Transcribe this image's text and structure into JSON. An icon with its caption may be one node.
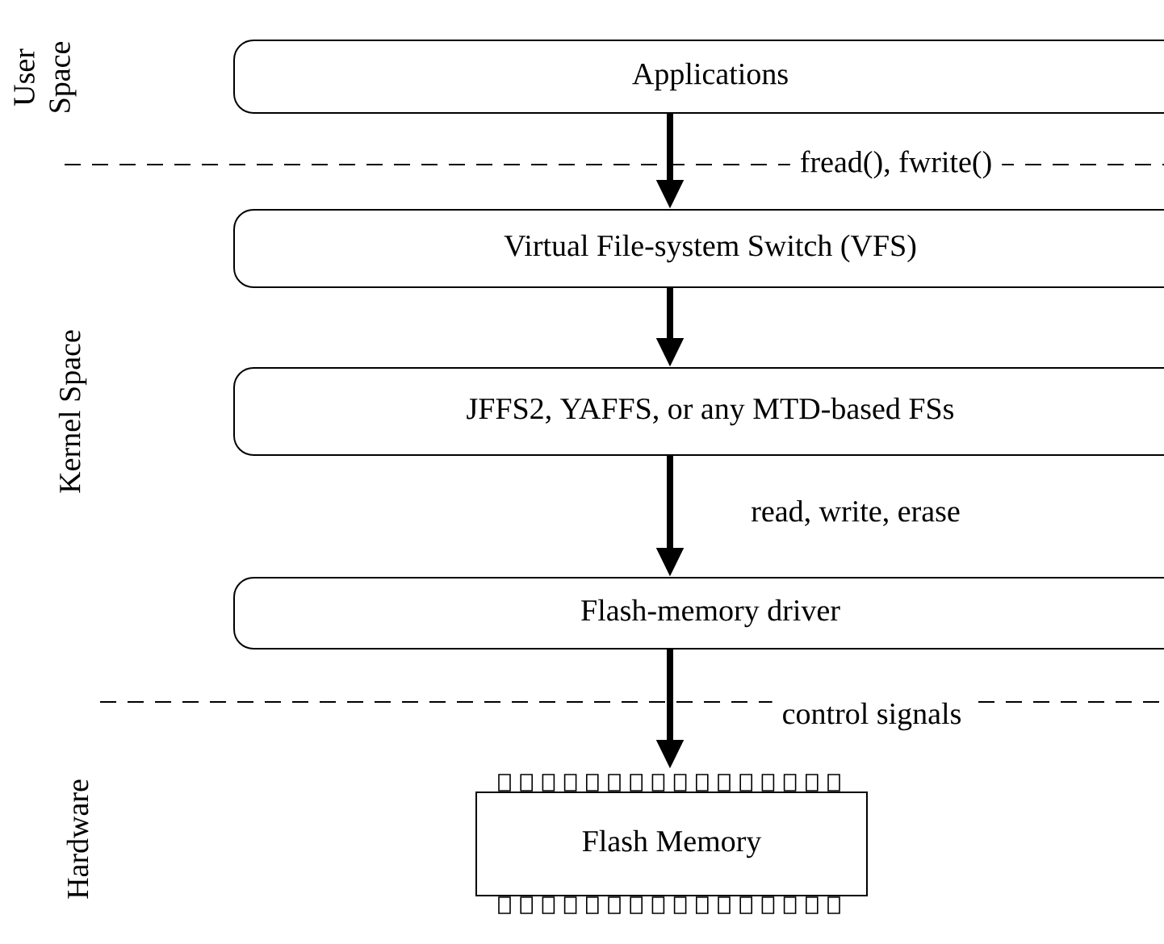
{
  "diagram": {
    "nodes": [
      {
        "text": [
          "Applications"
        ]
      },
      {
        "text": [
          "Virtual File-system Switch (VFS)"
        ]
      },
      {
        "text": [
          "JFFS2, YAFFS, or any MTD-based FSs"
        ]
      },
      {
        "text": [
          "Flash-memory driver"
        ]
      },
      {
        "text": [
          "Flash Memory"
        ]
      }
    ],
    "edges": [
      {
        "from": 0,
        "to": 1,
        "arrow": "to",
        "label": "fread(), fwrite()"
      },
      {
        "from": 1,
        "to": 2,
        "arrow": "to"
      },
      {
        "from": 2,
        "to": 3,
        "arrow": "to",
        "label": "read, write, erase"
      },
      {
        "from": 3,
        "to": 4,
        "arrow": "to",
        "label": "control signals"
      }
    ],
    "labels": [
      "User Space",
      "Kernel Space",
      "Hardware"
    ]
  }
}
